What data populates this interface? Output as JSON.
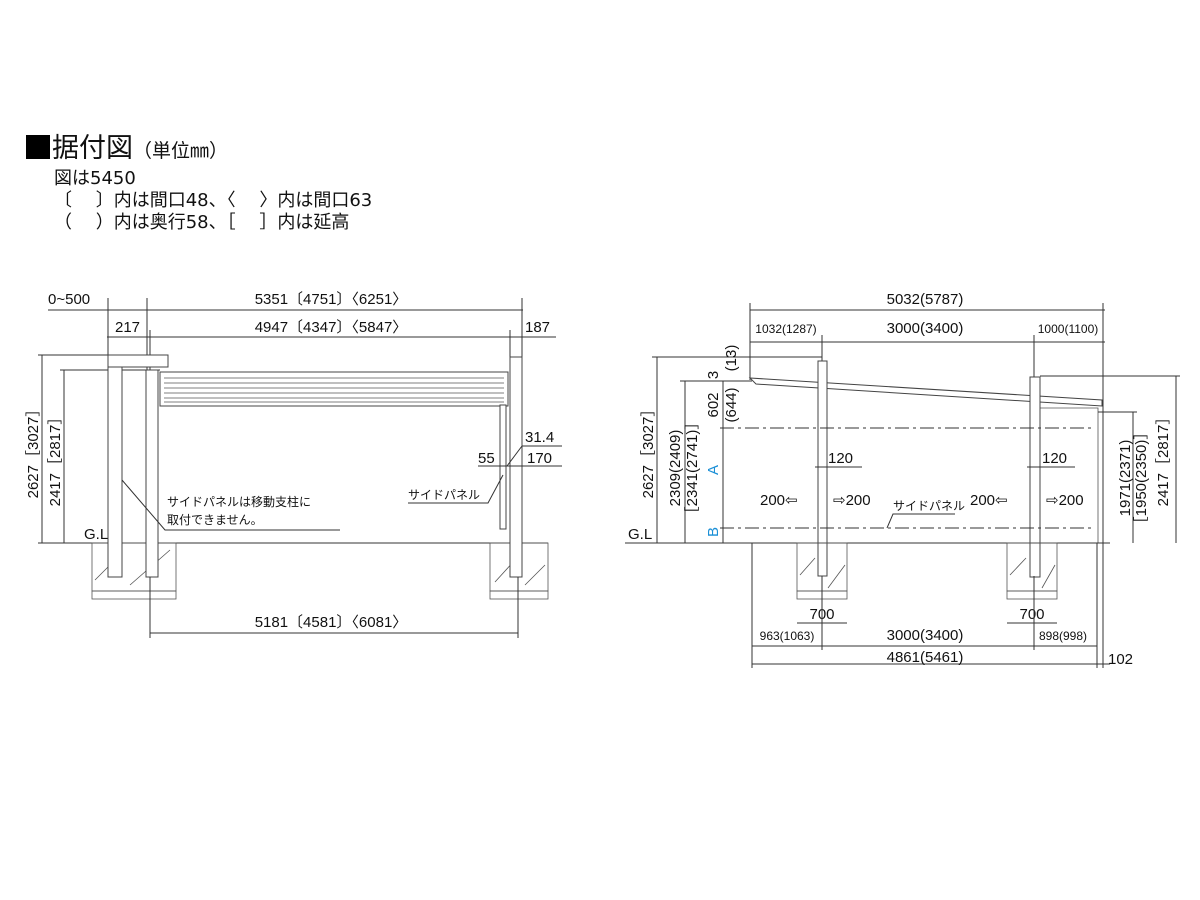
{
  "header": {
    "title": "据付図",
    "unit": "（単位㎜）",
    "lines": [
      "図は5450",
      "〔　 〕内は間口48、〈　 〉内は間口63",
      "（　 ）内は奥行58、［　 ］内は延高"
    ]
  },
  "front_view": {
    "gl": "G.L",
    "top_offset": "0~500",
    "overall_width": "5351〔4751〕〈6251〉",
    "left_overhang": "217",
    "inner_width": "4947〔4347〕〈5847〉",
    "right_overhang": "187",
    "height_total": "2627［3027］",
    "height_beam": "2417［2817］",
    "post_span": "5181〔4581〕〈6081〉",
    "dim_31_4": "31.4",
    "dim_55": "55",
    "dim_170": "170",
    "side_panel": "サイドパネル",
    "note_line1": "サイドパネルは移動支柱に",
    "note_line2": "取付できません。"
  },
  "side_view": {
    "gl": "G.L",
    "overall_depth": "5032(5787)",
    "front_overhang": "1032(1287)",
    "roof_span": "3000(3400)",
    "rear_overhang": "1000(1100)",
    "height_total": "2627［3027］",
    "height_a": "2309(2409)",
    "height_a_ext": "［2341(2741)］",
    "dim_3": "3",
    "dim_13": "(13)",
    "dim_602": "602",
    "dim_644": "(644)",
    "label_a": "A",
    "label_b": "B",
    "post_width_front": "120",
    "post_width_rear": "120",
    "shift_left_1": "200⇦",
    "shift_right_1": "⇨200",
    "shift_left_2": "200⇦",
    "shift_right_2": "⇨200",
    "side_panel": "サイドパネル",
    "rear_height": "1971(2371)",
    "rear_height_ext": "［1950(2350)］",
    "rear_total": "2417［2817］",
    "footing_front": "700",
    "footing_rear": "700",
    "base_front": "963(1063)",
    "base_span": "3000(3400)",
    "base_rear": "898(998)",
    "base_total": "4861(5461)",
    "base_offset": "102"
  },
  "colors": {
    "line": "#333333",
    "accent_label": "#1a8fd6"
  }
}
